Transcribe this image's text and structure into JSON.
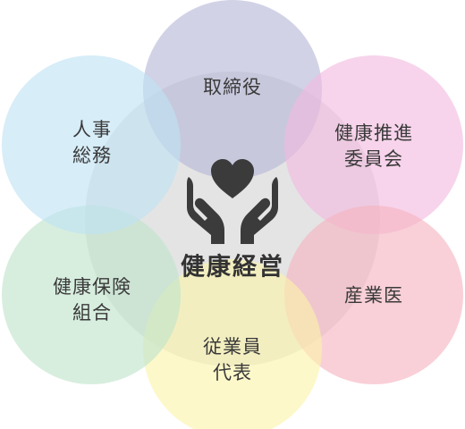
{
  "diagram": {
    "center": {
      "title": "健康経営",
      "icon": "hands-holding-heart-icon"
    },
    "nodes": [
      {
        "id": "torishimariyaku",
        "lines": [
          "取締役"
        ],
        "color": "#b7b6d8"
      },
      {
        "id": "kenko-suishin-iinkai",
        "lines": [
          "健康推進",
          "委員会"
        ],
        "color": "#f2b9de"
      },
      {
        "id": "sangyoi",
        "lines": [
          "産業医"
        ],
        "color": "#f6b3c0"
      },
      {
        "id": "jugyoin-daihyo",
        "lines": [
          "従業員",
          "代表"
        ],
        "color": "#fbf3a9"
      },
      {
        "id": "kenko-hoken-kumiai",
        "lines": [
          "健康保険",
          "組合"
        ],
        "color": "#bfe3cc"
      },
      {
        "id": "jinji-somu",
        "lines": [
          "人事",
          "総務"
        ],
        "color": "#bfe2f4"
      }
    ]
  }
}
